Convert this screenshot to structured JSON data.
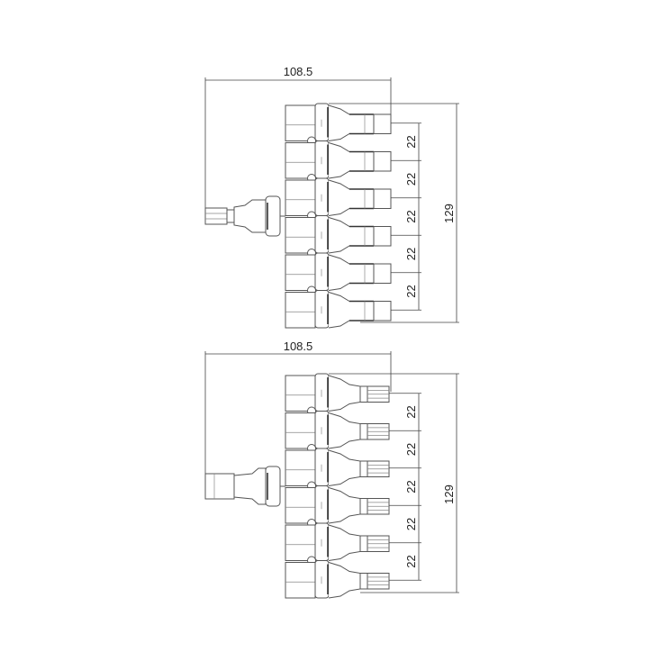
{
  "drawings": [
    {
      "name": "female-branch-connector",
      "width_label": "108.5",
      "height_label": "129",
      "pitch_labels": [
        "22",
        "22",
        "22",
        "22",
        "22"
      ],
      "outputs": 6
    },
    {
      "name": "male-branch-connector",
      "width_label": "108.5",
      "height_label": "129",
      "pitch_labels": [
        "22",
        "22",
        "22",
        "22",
        "22"
      ],
      "outputs": 6
    }
  ]
}
